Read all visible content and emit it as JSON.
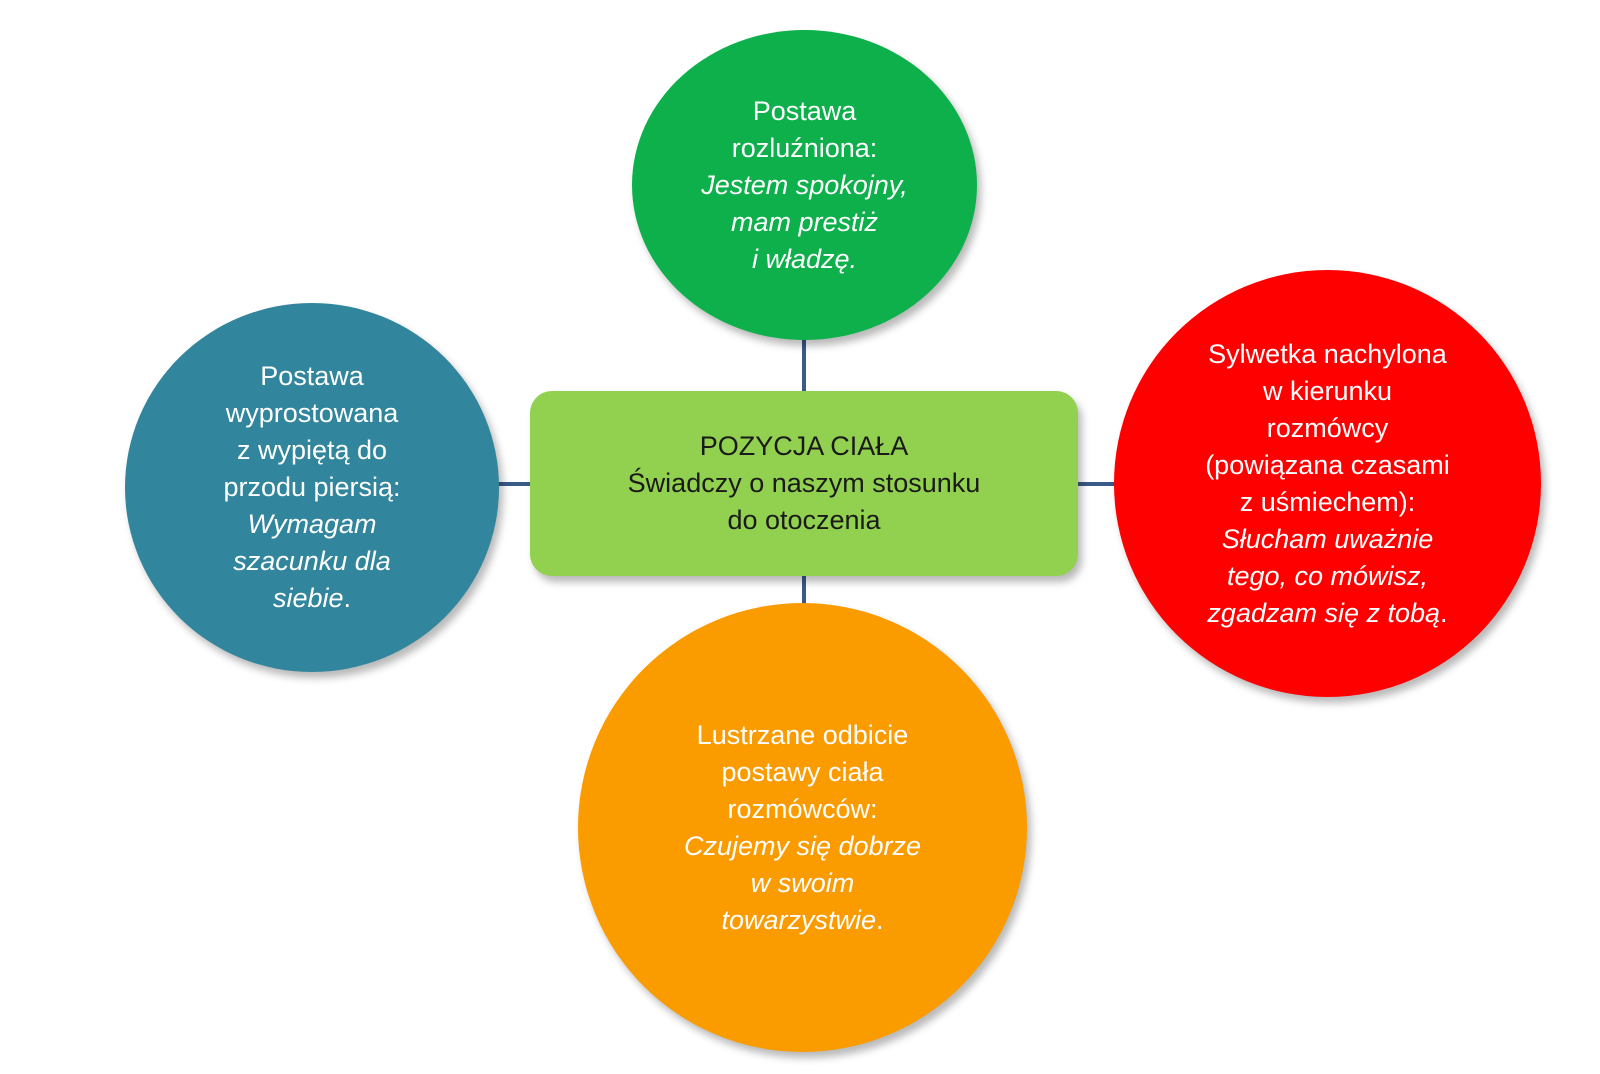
{
  "colors": {
    "connector": "#3a5a88",
    "center_fill": "#92d050",
    "top_fill": "#0db04b",
    "left_fill": "#31859c",
    "right_fill": "#ff0000",
    "bottom_fill": "#fa9b00",
    "circle_text": "#ffffff",
    "center_text": "#1a1a1a"
  },
  "center": {
    "lines": [
      "POZYCJA CIAŁA",
      "Świadczy o naszym stosunku",
      "do otoczenia"
    ]
  },
  "top": {
    "lines": [
      "Postawa",
      "rozluźniona:"
    ],
    "italic_lines": [
      "Jestem spokojny,",
      "mam prestiż",
      "i władzę."
    ]
  },
  "left": {
    "lines": [
      "Postawa",
      "wyprostowana",
      "z wypiętą do",
      "przodu piersią:"
    ],
    "italic_lines": [
      "Wymagam",
      "szacunku dla"
    ],
    "last_italic": "siebie",
    "last_plain": "."
  },
  "right": {
    "lines": [
      "Sylwetka nachylona",
      "w kierunku",
      "rozmówcy",
      "(powiązana czasami",
      "z uśmiechem):"
    ],
    "italic_lines": [
      "Słucham uważnie",
      "tego, co mówisz,"
    ],
    "last_italic": "zgadzam się z tobą",
    "last_plain": "."
  },
  "bottom": {
    "lines": [
      "Lustrzane odbicie",
      "postawy ciała",
      "rozmówców:"
    ],
    "italic_lines": [
      "Czujemy się dobrze",
      "w swoim"
    ],
    "last_italic": "towarzystwie",
    "last_plain": "."
  }
}
